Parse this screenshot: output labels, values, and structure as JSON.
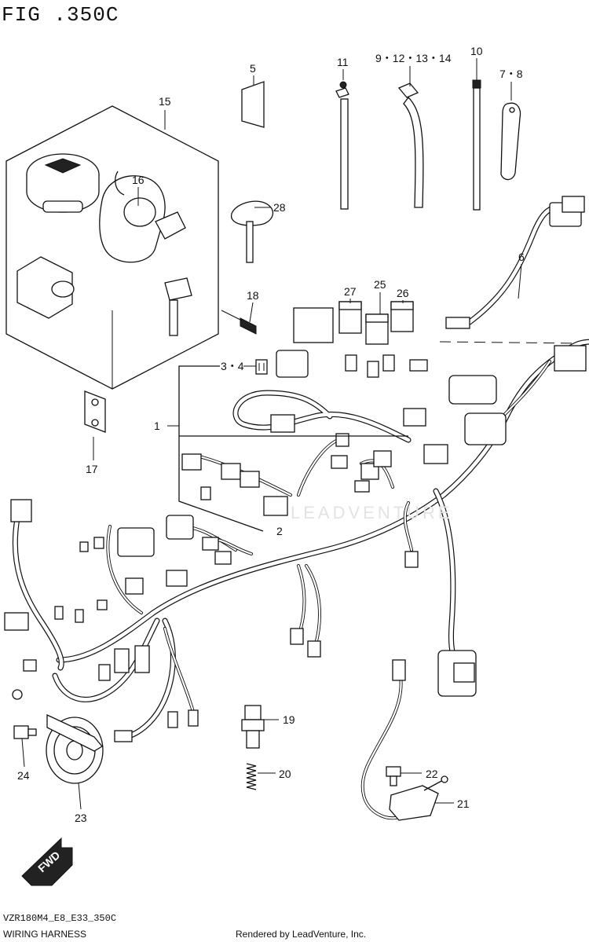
{
  "figure_title": "FIG .350C",
  "footer": {
    "model_code": "VZR180M4_E8_E33_350C",
    "group_name": "WIRING HARNESS",
    "rendered_by": "Rendered by LeadVenture, Inc."
  },
  "watermark": "LEADVENTURE",
  "fwd_label": "FWD",
  "callouts": {
    "c1": "1",
    "c2": "2",
    "c3_4": "3・4",
    "c5": "5",
    "c6": "6",
    "c7_8": "7・8",
    "c9_14": "9・12・13・14",
    "c10": "10",
    "c11": "11",
    "c15": "15",
    "c16": "16",
    "c17": "17",
    "c18": "18",
    "c19": "19",
    "c20": "20",
    "c21": "21",
    "c22": "22",
    "c23": "23",
    "c24": "24",
    "c25": "25",
    "c26": "26",
    "c27": "27",
    "c28": "28"
  }
}
